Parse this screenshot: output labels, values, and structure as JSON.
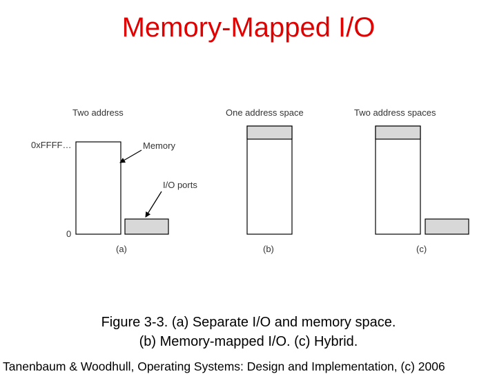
{
  "title": "Memory-Mapped I/O",
  "diagram": {
    "panels": [
      {
        "heading": "Two address",
        "label": "(a)",
        "top_address": "0xFFFF…",
        "bottom_address": "0",
        "memory_callout": "Memory",
        "io_callout": "I/O ports"
      },
      {
        "heading": "One address space",
        "label": "(b)"
      },
      {
        "heading": "Two address spaces",
        "label": "(c)"
      }
    ],
    "colors": {
      "box_border": "#000000",
      "io_region_fill": "#d8d8d8",
      "memory_fill": "#ffffff",
      "label_text": "#333333"
    }
  },
  "caption": {
    "line1": "Figure 3-3. (a) Separate I/O and memory space.",
    "line2": "(b) Memory-mapped I/O. (c) Hybrid."
  },
  "footer": "Tanenbaum & Woodhull, Operating Systems: Design and Implementation, (c) 2006"
}
